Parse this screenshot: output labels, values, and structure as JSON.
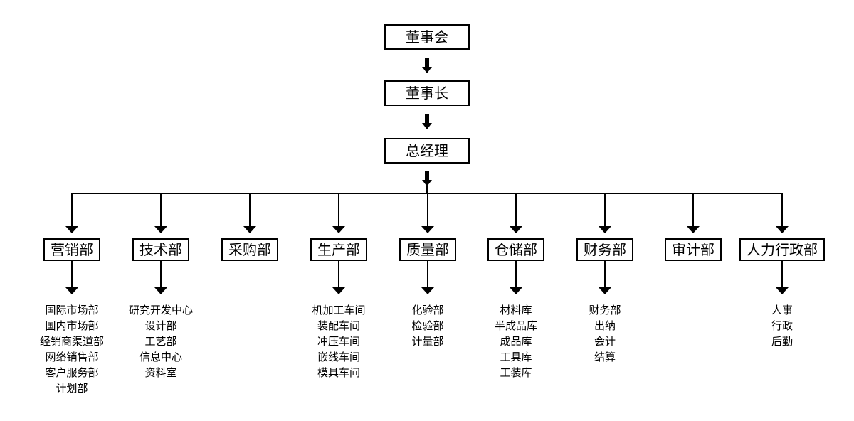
{
  "top_chain": [
    "董事会",
    "董事长",
    "总经理"
  ],
  "departments": [
    {
      "name": "营销部",
      "subs": [
        "国际市场部",
        "国内市场部",
        "经销商渠道部",
        "网络销售部",
        "客户服务部",
        "计划部"
      ]
    },
    {
      "name": "技术部",
      "subs": [
        "研究开发中心",
        "设计部",
        "工艺部",
        "信息中心",
        "资料室"
      ]
    },
    {
      "name": "采购部",
      "subs": []
    },
    {
      "name": "生产部",
      "subs": [
        "机加工车间",
        "装配车间",
        "冲压车间",
        "嵌线车间",
        "模具车间"
      ]
    },
    {
      "name": "质量部",
      "subs": [
        "化验部",
        "检验部",
        "计量部"
      ]
    },
    {
      "name": "仓储部",
      "subs": [
        "材料库",
        "半成品库",
        "成品库",
        "工具库",
        "工装库"
      ]
    },
    {
      "name": "财务部",
      "subs": [
        "财务部",
        "出纳",
        "会计",
        "结算"
      ]
    },
    {
      "name": "审计部",
      "subs": []
    },
    {
      "name": "人力行政部",
      "subs": [
        "人事",
        "行政",
        "后勤"
      ]
    }
  ],
  "colors": {
    "line": "#000000",
    "box_border": "#000000",
    "box_fill": "#ffffff",
    "text": "#000000"
  }
}
